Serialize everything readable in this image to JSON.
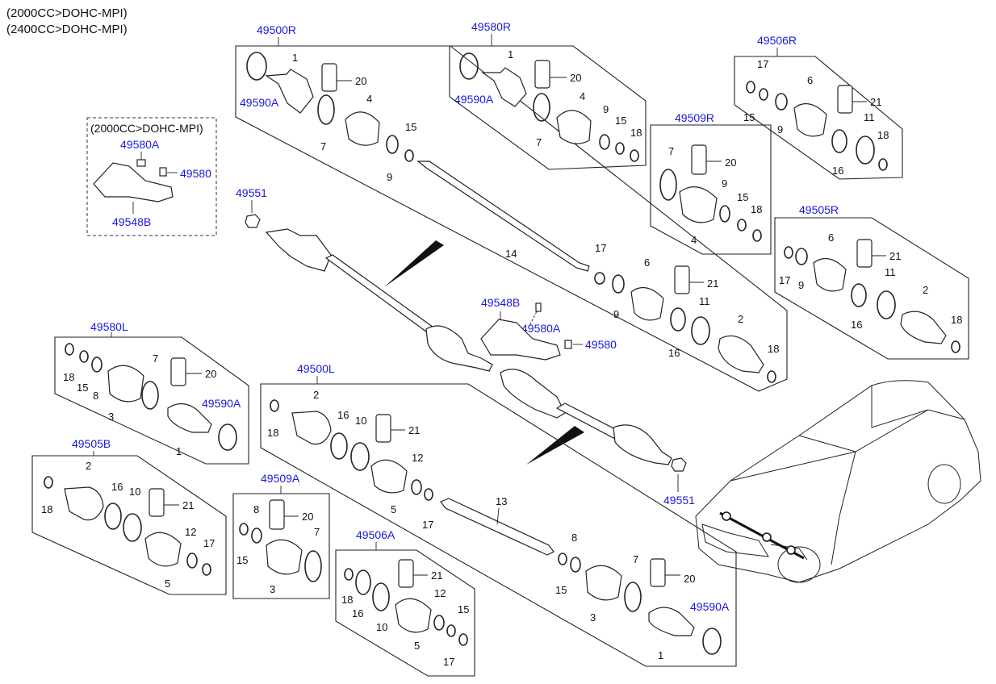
{
  "header": {
    "line1": "(2000CC>DOHC-MPI)",
    "line2": "(2400CC>DOHC-MPI)"
  },
  "inset_box": {
    "title": "(2000CC>DOHC-MPI)"
  },
  "refs": {
    "r49500R": "49500R",
    "r49580R": "49580R",
    "r49506R": "49506R",
    "r49509R": "49509R",
    "r49505R": "49505R",
    "r49580L": "49580L",
    "r49500L": "49500L",
    "r49505B": "49505B",
    "r49509A": "49509A",
    "r49506A": "49506A",
    "r49548B": "49548B",
    "r49580A": "49580A",
    "r49580": "49580",
    "r49590A": "49590A",
    "r49551": "49551"
  },
  "part_numbers": {
    "n1": "1",
    "n2": "2",
    "n3": "3",
    "n4": "4",
    "n5": "5",
    "n6": "6",
    "n7": "7",
    "n8": "8",
    "n9": "9",
    "n10": "10",
    "n11": "11",
    "n12": "12",
    "n13": "13",
    "n14": "14",
    "n15": "15",
    "n16": "16",
    "n17": "17",
    "n18": "18",
    "n20": "20",
    "n21": "21"
  },
  "colors": {
    "link": "#1a1ad6",
    "line": "#222222",
    "background": "#ffffff"
  }
}
